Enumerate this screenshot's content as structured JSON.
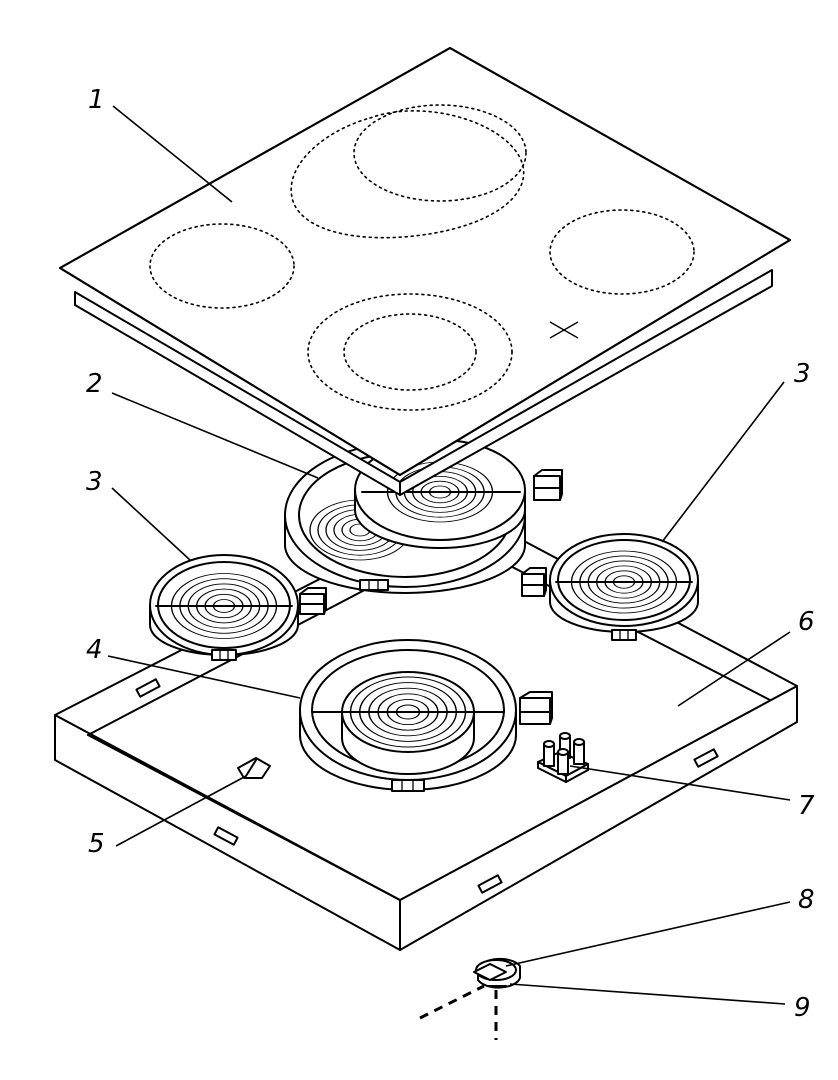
{
  "callouts": [
    {
      "id": "1",
      "label": "1"
    },
    {
      "id": "2",
      "label": "2"
    },
    {
      "id": "3a",
      "label": "3"
    },
    {
      "id": "3b",
      "label": "3"
    },
    {
      "id": "4",
      "label": "4"
    },
    {
      "id": "5",
      "label": "5"
    },
    {
      "id": "6",
      "label": "6"
    },
    {
      "id": "7",
      "label": "7"
    },
    {
      "id": "8",
      "label": "8"
    },
    {
      "id": "9",
      "label": "9"
    }
  ]
}
